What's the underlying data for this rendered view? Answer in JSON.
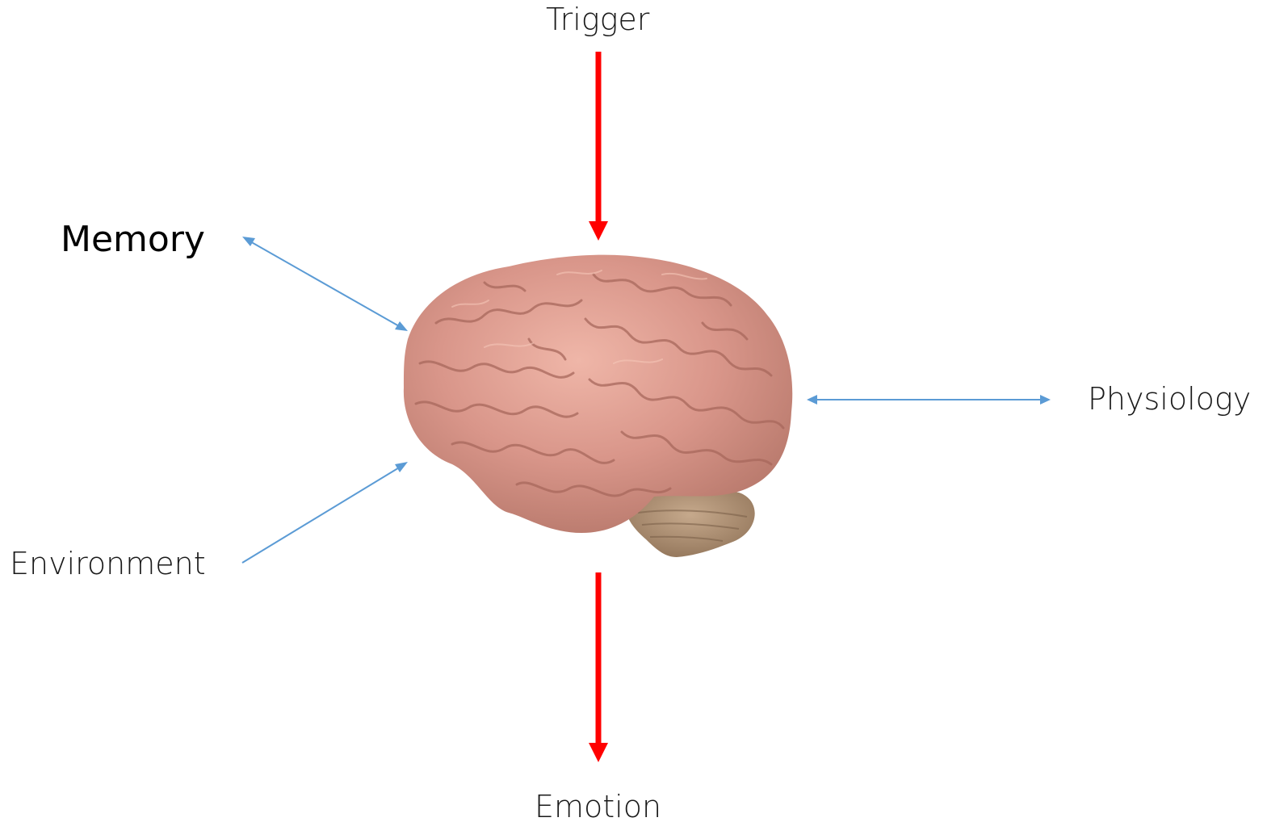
{
  "labels": {
    "trigger": "Trigger",
    "memory": "Memory",
    "physiology": "Physiology",
    "environment": "Environment",
    "emotion": "Emotion"
  },
  "center_image": "brain-illustration",
  "colors": {
    "main_flow": "#ff0000",
    "secondary_flow": "#5b9bd5",
    "brain_fill": "#d9968a",
    "brain_shadow": "#b8786c",
    "cerebellum": "#a88a6e"
  }
}
